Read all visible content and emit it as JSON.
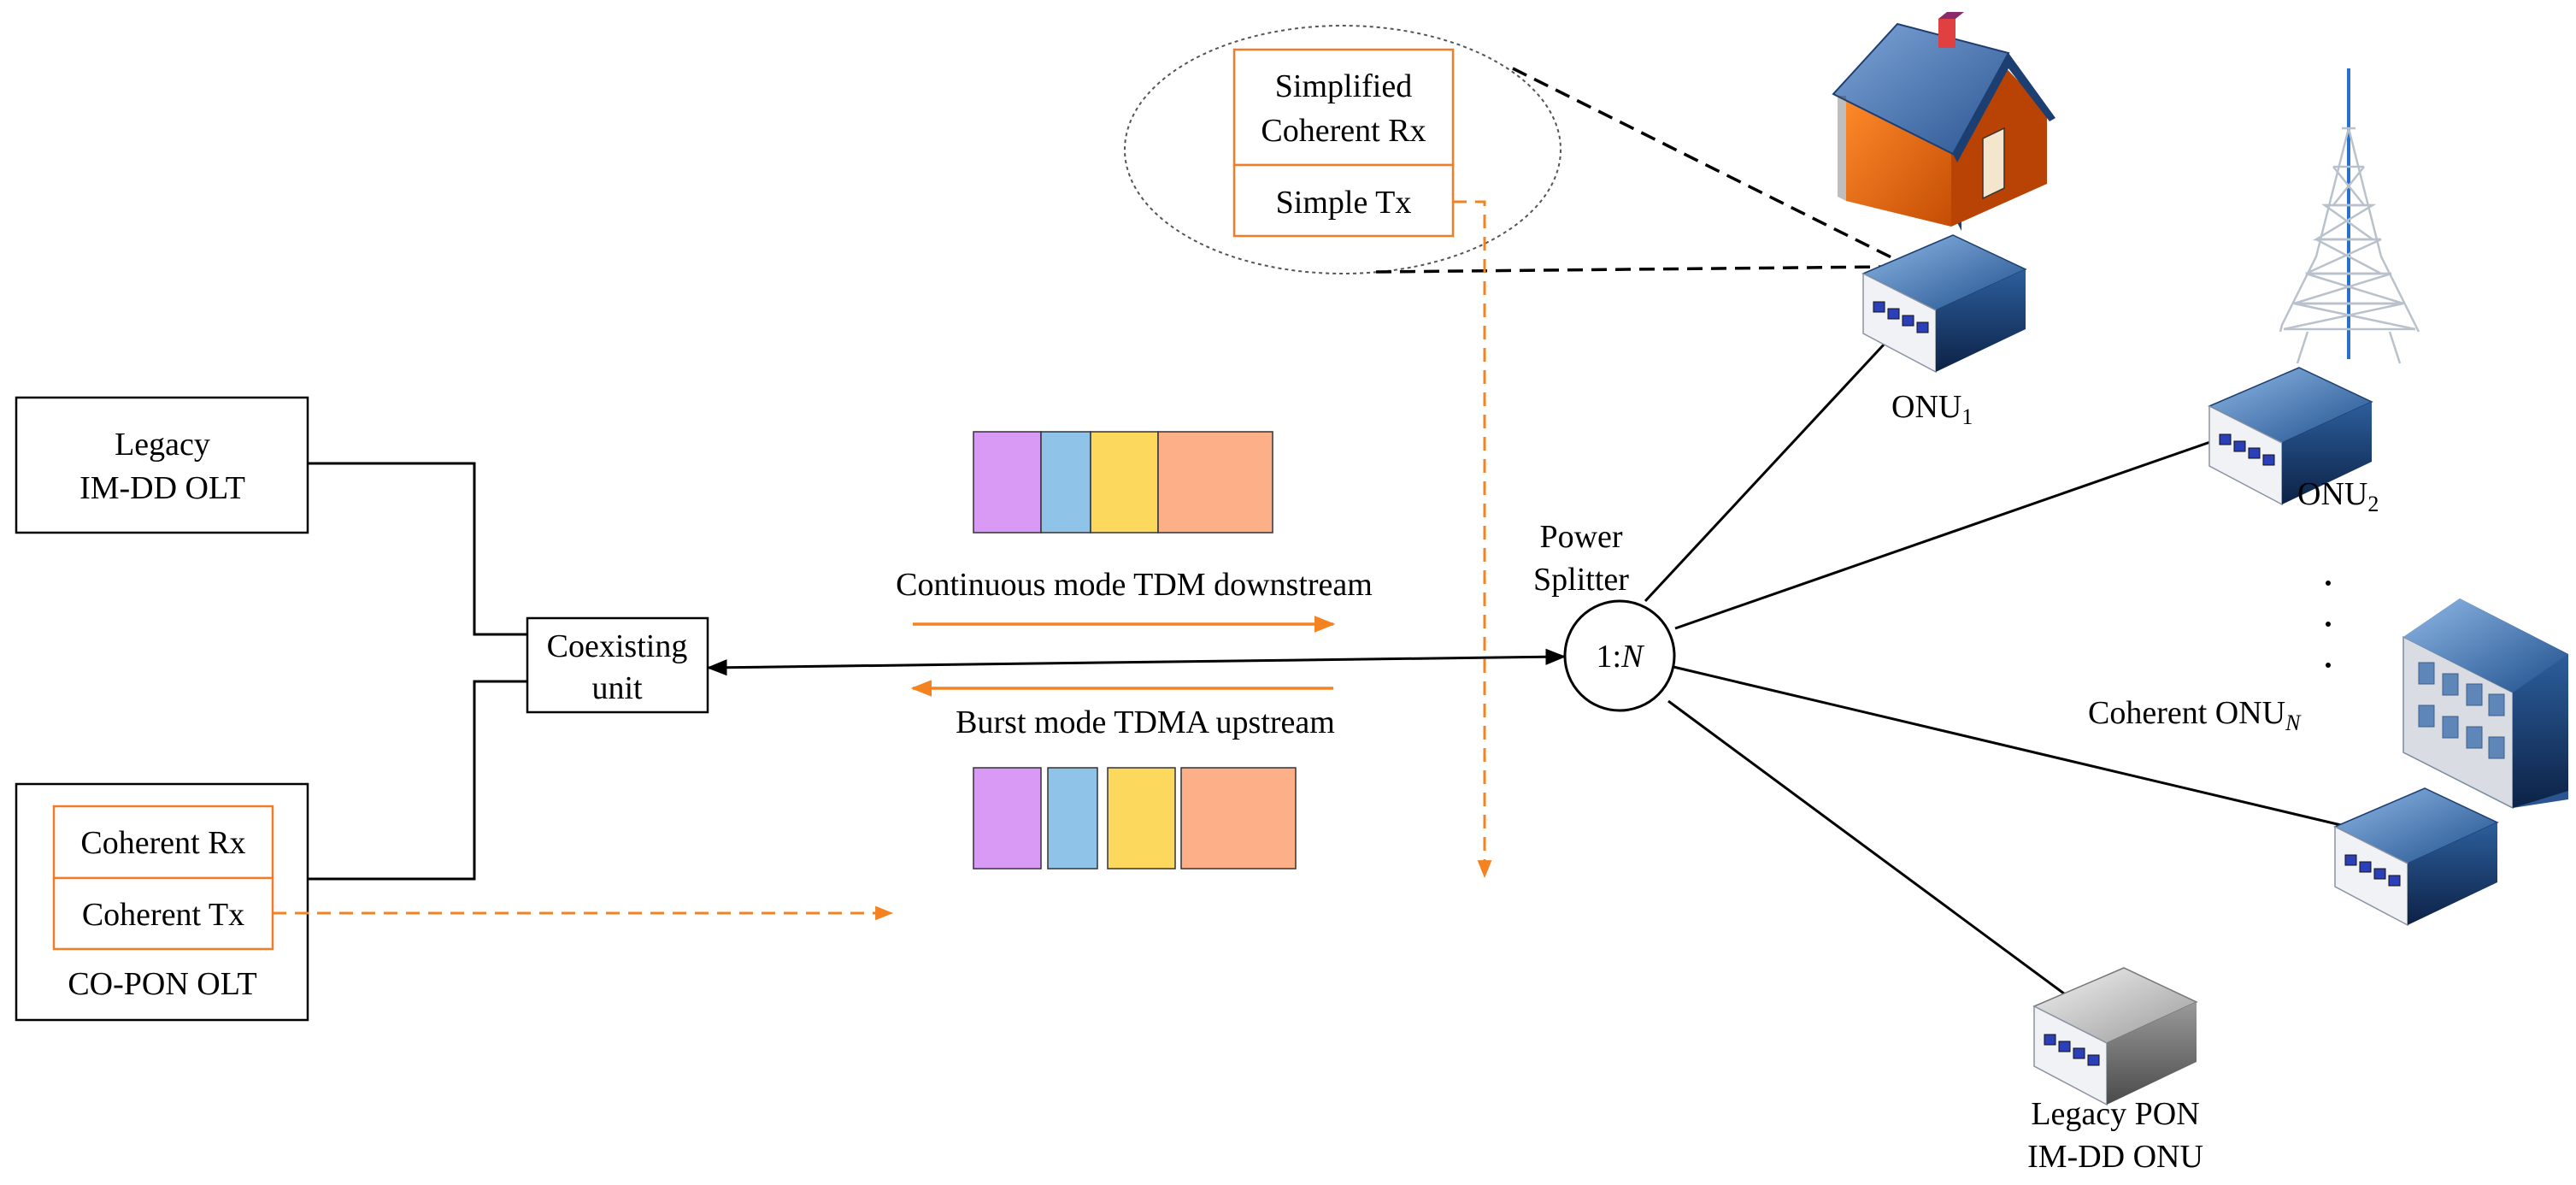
{
  "legacy_olt": {
    "line1": "Legacy",
    "line2": "IM-DD OLT"
  },
  "copon_olt": {
    "rx": "Coherent Rx",
    "tx": "Coherent Tx",
    "caption": "CO-PON OLT"
  },
  "coexisting_unit": {
    "line1": "Coexisting",
    "line2": "unit"
  },
  "downstream_label": "Continuous mode TDM downstream",
  "upstream_label": "Burst mode  TDMA upstream",
  "splitter": {
    "line1": "Power",
    "line2": "Splitter",
    "ratio_prefix": "1:",
    "ratio_var": "N"
  },
  "callout": {
    "rx_line1": "Simplified",
    "rx_line2": "Coherent Rx",
    "tx": "Simple Tx"
  },
  "onu1": {
    "base": "ONU",
    "sub": "1"
  },
  "onu2": {
    "base": "ONU",
    "sub": "2"
  },
  "onun": {
    "base": "Coherent ONU",
    "sub": "N"
  },
  "legacy_onu": {
    "line1": "Legacy PON",
    "line2": "IM-DD ONU"
  },
  "frame_colors": [
    "#d89af5",
    "#8fc3e8",
    "#fcd85c",
    "#fdb088"
  ],
  "accent_color": "#f58220"
}
